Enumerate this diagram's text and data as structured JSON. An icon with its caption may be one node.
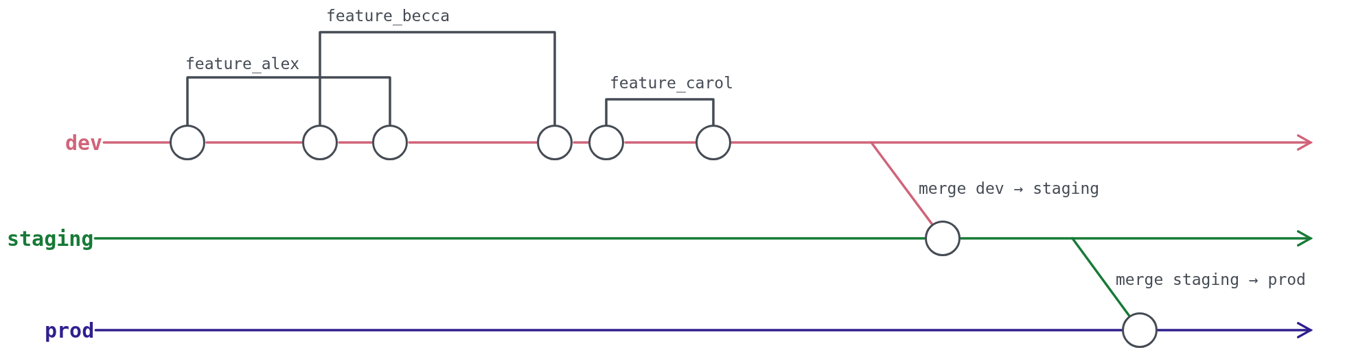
{
  "diagram": {
    "nodes": [
      {
        "text": [
          "dev"
        ]
      },
      {
        "text": [],
        "shape": "circle"
      },
      {
        "text": [],
        "shape": "circle"
      },
      {
        "text": [],
        "shape": "circle"
      },
      {
        "text": [],
        "shape": "circle"
      },
      {
        "text": [],
        "shape": "circle"
      },
      {
        "text": [],
        "shape": "circle"
      },
      {
        "text": [
          "staging"
        ]
      },
      {
        "text": [],
        "shape": "circle"
      },
      {
        "text": [
          "prod"
        ]
      },
      {
        "text": [],
        "shape": "circle"
      }
    ],
    "edges": [
      {
        "from": 0,
        "to": 1,
        "arrow": "none"
      },
      {
        "from": 1,
        "to": 2,
        "arrow": "none"
      },
      {
        "from": 2,
        "to": 3,
        "arrow": "none"
      },
      {
        "from": 3,
        "to": 4,
        "arrow": "none"
      },
      {
        "from": 4,
        "to": 5,
        "arrow": "none"
      },
      {
        "from": 5,
        "to": 6,
        "arrow": "none"
      },
      {
        "from": 6,
        "to": null,
        "arrow": "to"
      },
      {
        "from": 1,
        "to": 3,
        "arrow": "none",
        "label": "feature_alex",
        "color": "#454b54"
      },
      {
        "from": 2,
        "to": 4,
        "arrow": "none",
        "label": "feature_becca",
        "color": "#454b54"
      },
      {
        "from": 5,
        "to": 6,
        "arrow": "none",
        "label": "feature_carol",
        "color": "#454b54"
      },
      {
        "from": null,
        "to": 8,
        "arrow": "none",
        "label": "merge dev → staging"
      },
      {
        "from": 7,
        "to": 8,
        "arrow": "none",
        "color": "#177a37"
      },
      {
        "from": 8,
        "to": null,
        "arrow": "to",
        "color": "#177a37"
      },
      {
        "from": null,
        "to": 10,
        "arrow": "none",
        "label": "merge staging → prod",
        "color": "#177a37"
      },
      {
        "from": 9,
        "to": 10,
        "arrow": "none",
        "color": "#2f1f8f"
      },
      {
        "from": 10,
        "to": null,
        "arrow": "to",
        "color": "#2f1f8f"
      }
    ]
  }
}
